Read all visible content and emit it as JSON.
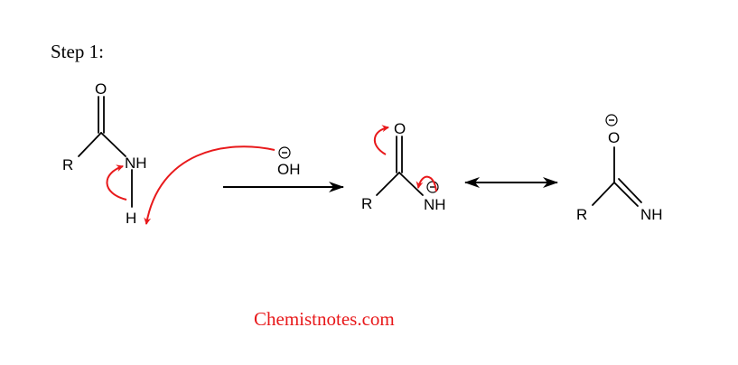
{
  "step_label": "Step 1:",
  "colors": {
    "ink": "#000000",
    "arrow": "#e8191b",
    "watermark": "#e8191b"
  },
  "molecule_1": {
    "name": "amide",
    "atoms": {
      "oxygen": "O",
      "r_group": "R",
      "nitrogen": "NH",
      "hydrogen": "H"
    }
  },
  "reagent": {
    "label": "OH",
    "charge": "−"
  },
  "molecule_2": {
    "name": "amide anion",
    "atoms": {
      "oxygen": "O",
      "r_group": "R",
      "nitrogen": "NH"
    },
    "nitrogen_charge": "−"
  },
  "molecule_3": {
    "name": "imidate resonance form",
    "atoms": {
      "oxygen": "O",
      "r_group": "R",
      "nitrogen": "NH"
    },
    "oxygen_charge": "−"
  },
  "arrows": {
    "reaction": "forward arrow",
    "resonance": "double-headed resonance arrow",
    "curly": [
      "H-N bond to N lone pair",
      "hydroxide to H",
      "C=O pi bond to O",
      "N lone pair to C-N"
    ]
  },
  "watermark": "Chemistnotes.com"
}
